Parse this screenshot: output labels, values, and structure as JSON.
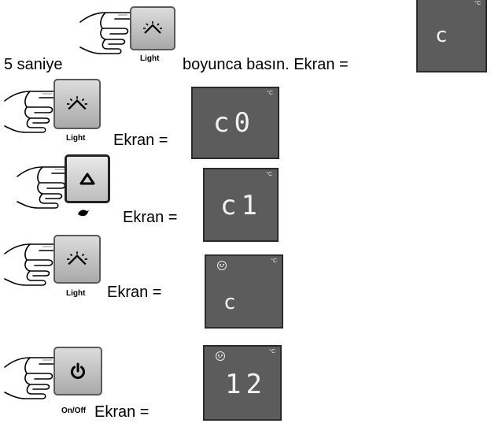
{
  "icons": [
    "hand-pointer-icon",
    "light-icon",
    "up-arrow-icon",
    "power-icon",
    "smiley-icon"
  ],
  "steps": [
    {
      "prefix": "5 saniye",
      "button_caption": "Light",
      "suffix": "boyunca basın. Ekran =",
      "display": "c"
    },
    {
      "button_caption": "Light",
      "suffix": "Ekran =",
      "display": "c0"
    },
    {
      "button_caption": "",
      "suffix": "Ekran =",
      "display": "c1"
    },
    {
      "button_caption": "Light",
      "suffix": "Ekran =",
      "display": "c"
    },
    {
      "button_caption": "On/Off",
      "suffix": "Ekran =",
      "display": "12"
    }
  ],
  "unit": "°C"
}
